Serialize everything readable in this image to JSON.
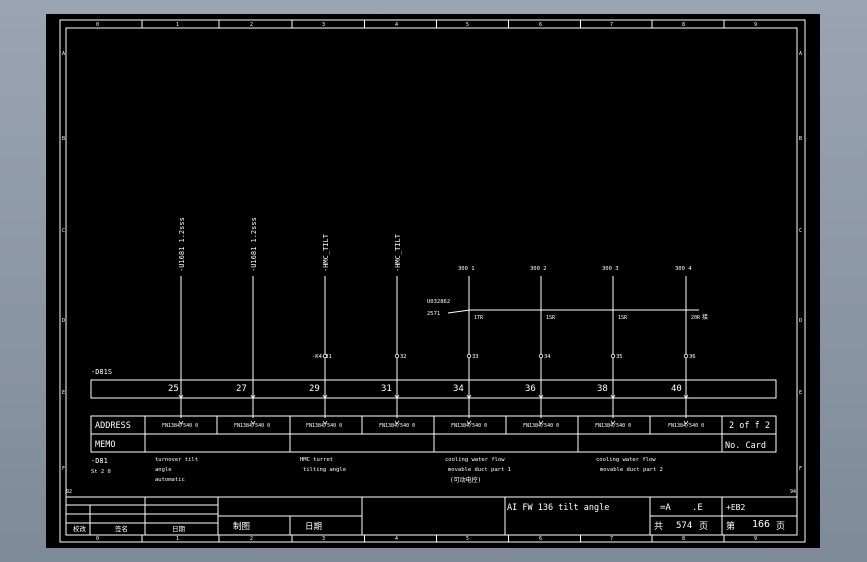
{
  "border": {
    "columns": [
      "0",
      "1",
      "2",
      "3",
      "4",
      "5",
      "6",
      "7",
      "8",
      "9"
    ],
    "rows": [
      "A",
      "B",
      "C",
      "D",
      "E",
      "F"
    ]
  },
  "signals": [
    {
      "label": "-U1681 1.2sss",
      "term": ""
    },
    {
      "label": "-U1681 1.2sss",
      "term": ""
    },
    {
      "label": "-HMC_TILT",
      "term": "-K4 31"
    },
    {
      "label": "-HMC_TILT",
      "term": "32"
    },
    {
      "label": "300 1",
      "term": "33"
    },
    {
      "label": "300 2",
      "term": "34"
    },
    {
      "label": "300 3",
      "term": "35"
    },
    {
      "label": "300 4",
      "term": "36"
    }
  ],
  "bus": {
    "left_code": "U032862",
    "left_code2": "2571",
    "taps": [
      "1TR",
      "1SR",
      "1SR",
      "20R"
    ],
    "end_mark": "接"
  },
  "terminal_strip": {
    "label": "-D81S",
    "numbers": [
      "25",
      "27",
      "29",
      "31",
      "34",
      "36",
      "38",
      "40"
    ]
  },
  "address_row": {
    "label": "ADDRESS",
    "cells": [
      "FN1384/540 0",
      "FN1384/540 0",
      "FN1384/540 0",
      "FN1384/540 0",
      "FN1384/540 0",
      "FN1384/540 0",
      "FN1384/540 0",
      "FN1384/540 0"
    ],
    "right": "2 of f 2"
  },
  "memo_row": {
    "label": "MEMO",
    "right": "No. Card"
  },
  "notes": {
    "left_a": "-D81",
    "left_b": "St 2 0",
    "col1": [
      "turnover tilt",
      "angle",
      "automatic"
    ],
    "col2": [
      "HMC turret",
      "tilting angle"
    ],
    "col3": [
      "cooling water flow",
      "movable duct part 1",
      "(可动电控)"
    ],
    "col4": [
      "cooling water flow",
      "movable duct part 2"
    ]
  },
  "corner_marks": {
    "left": "92",
    "right": "94"
  },
  "title_block": {
    "check": "校改",
    "sign": "签名",
    "date": "日期",
    "drawn": "制图",
    "date2": "日期",
    "title": "AI FW 136 tilt angle",
    "code_a": "=A",
    "code_e": ".E",
    "code_b": "+EB2",
    "total_prefix": "共",
    "total": "574",
    "total_suffix": "页",
    "page_prefix": "第",
    "page": "166",
    "page_suffix": "页"
  }
}
